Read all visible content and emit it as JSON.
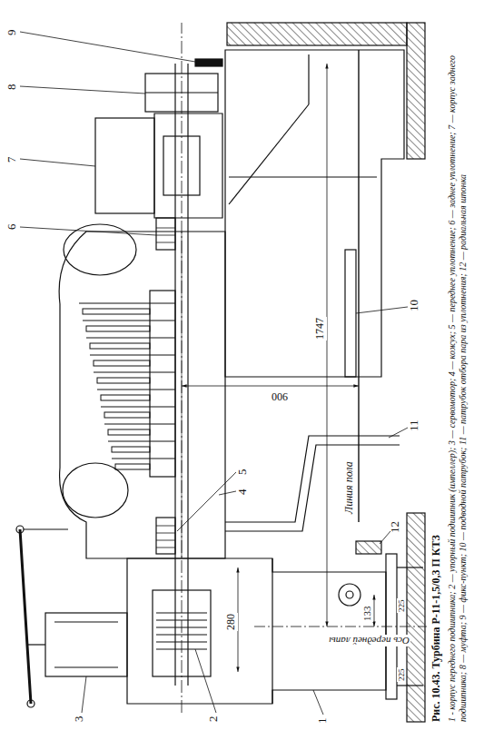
{
  "diagram": {
    "caption": "Рис. 10.43. Турбина Р-11-1,5/0,3 П КТЗ",
    "labels": [
      "1",
      "2",
      "3",
      "4",
      "5",
      "6",
      "7",
      "8",
      "9",
      "10",
      "11",
      "12",
      "900",
      "1747",
      "Линия пола",
      "Ось передней лапы",
      "280",
      "133",
      "225",
      "225",
      "1 - корпус переднего подшипника; 2 — упорный подшипник (импеллер); 3 — сервомотор; 4 — кожух; 5 — переднее уплотнение; 6 — заднее уплотнение; 7 — корпус заднего подшипника; 8 — муфта; 9 — фикс-пункт; 10 — подводной патрубок; 11 — патрубок отбора пара из уплотнения; 12 — радиальная шпонка"
    ]
  }
}
